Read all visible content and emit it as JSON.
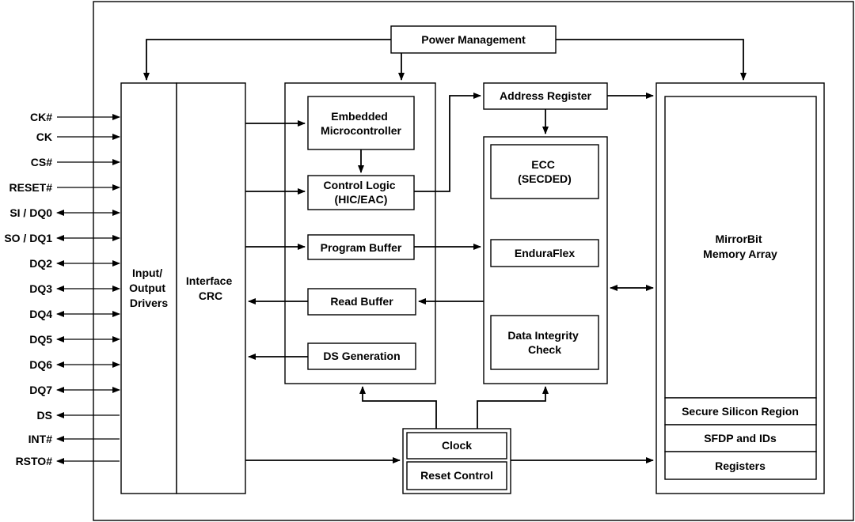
{
  "blocks": {
    "power_management": "Power Management",
    "io_drivers": [
      "Input/",
      "Output",
      "Drivers"
    ],
    "interface_crc": [
      "Interface",
      "CRC"
    ],
    "embedded_mcu": [
      "Embedded",
      "Microcontroller"
    ],
    "control_logic": [
      "Control Logic",
      "(HIC/EAC)"
    ],
    "program_buffer": "Program Buffer",
    "read_buffer": "Read Buffer",
    "ds_generation": "DS Generation",
    "address_register": "Address Register",
    "ecc": [
      "ECC",
      "(SECDED)"
    ],
    "enduraflex": "EnduraFlex",
    "data_integrity": [
      "Data Integrity",
      "Check"
    ],
    "mirrorbit": [
      "MirrorBit",
      "Memory Array"
    ],
    "secure_silicon": "Secure Silicon Region",
    "sfdp_ids": "SFDP and IDs",
    "registers": "Registers",
    "clock": "Clock",
    "reset_control": "Reset Control"
  },
  "pins": [
    {
      "name": "CK#",
      "dir": "in"
    },
    {
      "name": "CK",
      "dir": "in"
    },
    {
      "name": "CS#",
      "dir": "in"
    },
    {
      "name": "RESET#",
      "dir": "in"
    },
    {
      "name": "SI / DQ0",
      "dir": "bi"
    },
    {
      "name": "SO / DQ1",
      "dir": "bi"
    },
    {
      "name": "DQ2",
      "dir": "bi"
    },
    {
      "name": "DQ3",
      "dir": "bi"
    },
    {
      "name": "DQ4",
      "dir": "bi"
    },
    {
      "name": "DQ5",
      "dir": "bi"
    },
    {
      "name": "DQ6",
      "dir": "bi"
    },
    {
      "name": "DQ7",
      "dir": "bi"
    },
    {
      "name": "DS",
      "dir": "out"
    },
    {
      "name": "INT#",
      "dir": "out"
    },
    {
      "name": "RSTO#",
      "dir": "out"
    }
  ]
}
